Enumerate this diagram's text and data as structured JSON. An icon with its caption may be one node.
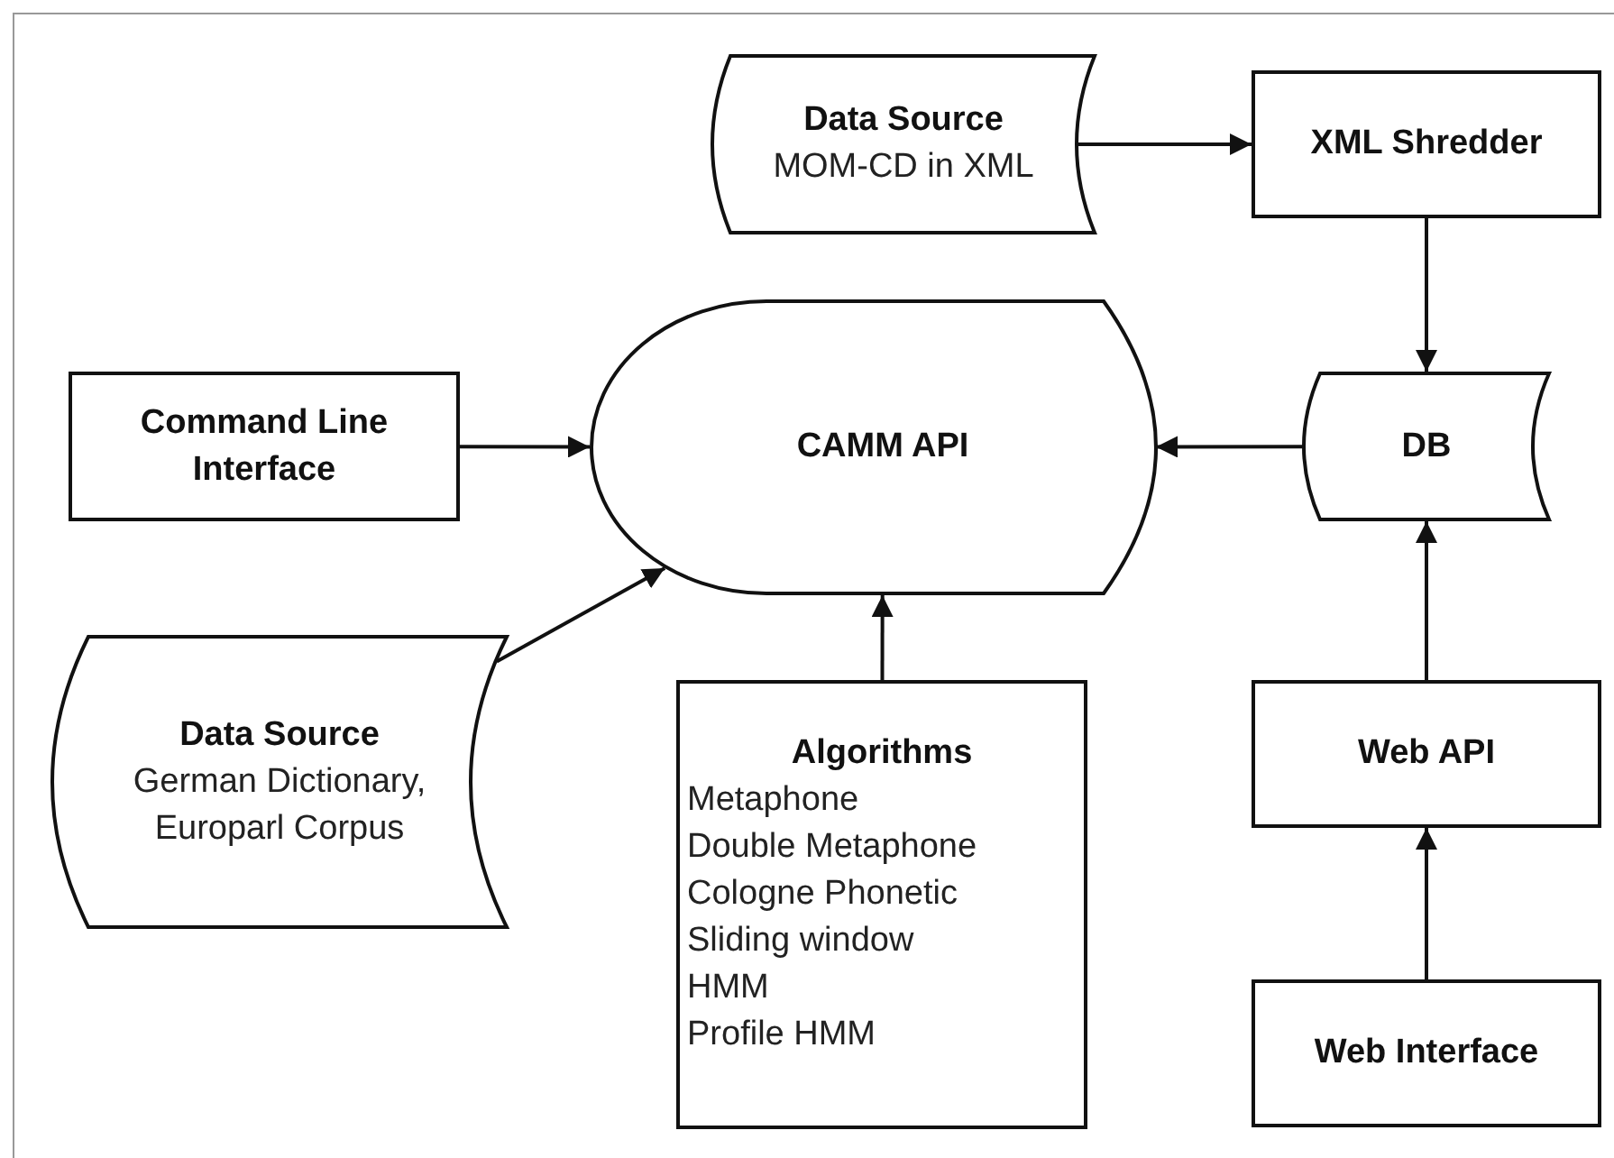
{
  "diagram": {
    "nodes": [
      {
        "text": [
          "Data Source",
          "MOM-CD in XML"
        ]
      },
      {
        "text": [
          "XML Shredder"
        ]
      },
      {
        "text": [
          "Command Line Interface"
        ]
      },
      {
        "text": [
          "CAMM API"
        ]
      },
      {
        "text": [
          "DB"
        ]
      },
      {
        "text": [
          "Data Source",
          "German Dictionary, Europarl Corpus"
        ]
      },
      {
        "text": [
          "Algorithms",
          "Metaphone",
          "Double Metaphone",
          "Cologne Phonetic",
          "Sliding window",
          "HMM",
          "Profile HMM"
        ]
      },
      {
        "text": [
          "Web API"
        ]
      },
      {
        "text": [
          "Web Interface"
        ]
      }
    ],
    "edges": [
      {
        "from": 0,
        "to": 1,
        "arrow": "to"
      },
      {
        "from": 1,
        "to": 4,
        "arrow": "to"
      },
      {
        "from": 2,
        "to": 3,
        "arrow": "to"
      },
      {
        "from": 4,
        "to": 3,
        "arrow": "to"
      },
      {
        "from": 5,
        "to": 3,
        "arrow": "to"
      },
      {
        "from": 6,
        "to": 3,
        "arrow": "to"
      },
      {
        "from": 7,
        "to": 4,
        "arrow": "to"
      },
      {
        "from": 8,
        "to": 7,
        "arrow": "to"
      }
    ]
  }
}
